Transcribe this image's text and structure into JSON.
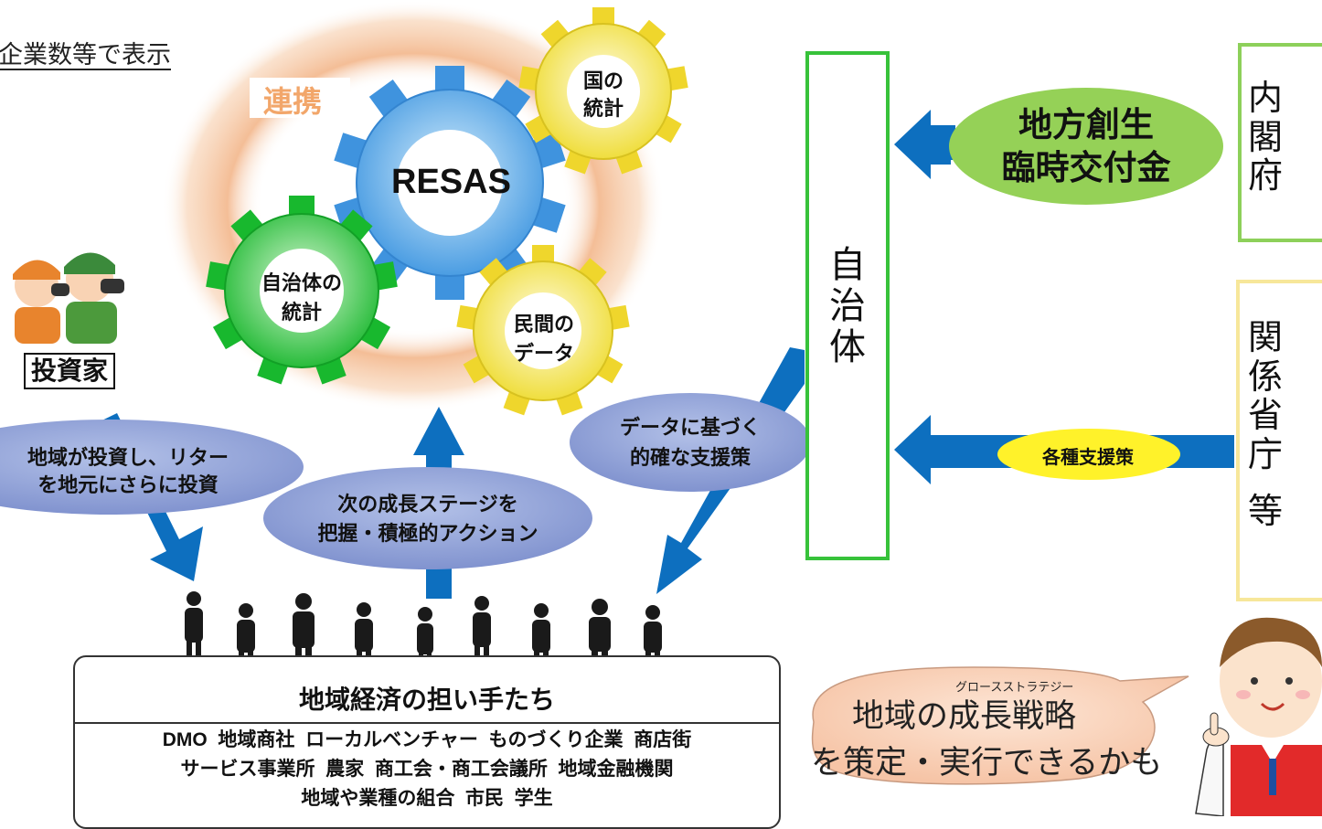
{
  "caption_topleft": "企業数等で表示",
  "link_label": "連携",
  "gears": {
    "resas": "RESAS",
    "national": [
      "国の",
      "統計"
    ],
    "local_gov": [
      "自治体の",
      "統計"
    ],
    "private": [
      "民間の",
      "データ"
    ]
  },
  "investor_label": "投資家",
  "bubbles": {
    "investor": [
      "地域が投資し、リター",
      "を地元にさらに投資"
    ],
    "next_stage": [
      "次の成長ステージを",
      "把握・積極的アクション"
    ],
    "support": [
      "データに基づく",
      "的確な支援策"
    ]
  },
  "jichitai": [
    "自",
    "治",
    "体"
  ],
  "cabinet": [
    "内",
    "閣",
    "府"
  ],
  "ministries": [
    "関",
    "係",
    "省",
    "庁",
    "等"
  ],
  "grant": [
    "地方創生",
    "臨時交付金"
  ],
  "various_support": "各種支援策",
  "leaders_box": {
    "title": "地域経済の担い手たち",
    "lines": [
      "DMO  地域商社  ローカルベンチャー  ものづくり企業  商店街",
      "サービス事業所  農家  商工会・商工会議所  地域金融機関",
      "地域や業種の組合  市民  学生"
    ]
  },
  "speech": {
    "ruby": "グロースストラテジー",
    "line1": "地域の成長戦略",
    "line2": "を策定・実行できるかも"
  },
  "colors": {
    "blue_arrow": "#0d6fbf",
    "gear_blue": "#4aa3e8",
    "gear_green": "#22c33a",
    "gear_yellow": "#f5e04a",
    "ring": "#f3b98a",
    "green_border": "#37c23a",
    "light_green_border": "#8dd05a",
    "yellow_border": "#f7e79a",
    "bubble_blue": "#8fa2d6",
    "grant_green": "#95d157"
  }
}
